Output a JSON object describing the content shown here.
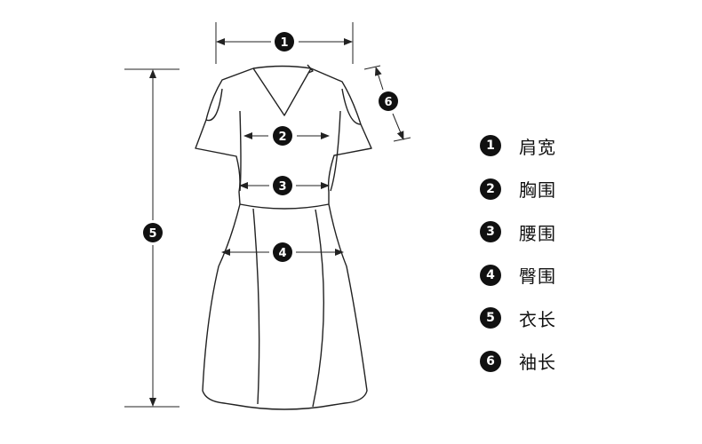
{
  "markers": [
    {
      "num": "1",
      "label": "肩宽"
    },
    {
      "num": "2",
      "label": "胸围"
    },
    {
      "num": "3",
      "label": "腰围"
    },
    {
      "num": "4",
      "label": "臀围"
    },
    {
      "num": "5",
      "label": "衣长"
    },
    {
      "num": "6",
      "label": "袖长"
    }
  ],
  "colors": {
    "line": "#222222",
    "badge": "#111111",
    "badge_text": "#ffffff",
    "background": "#ffffff"
  }
}
